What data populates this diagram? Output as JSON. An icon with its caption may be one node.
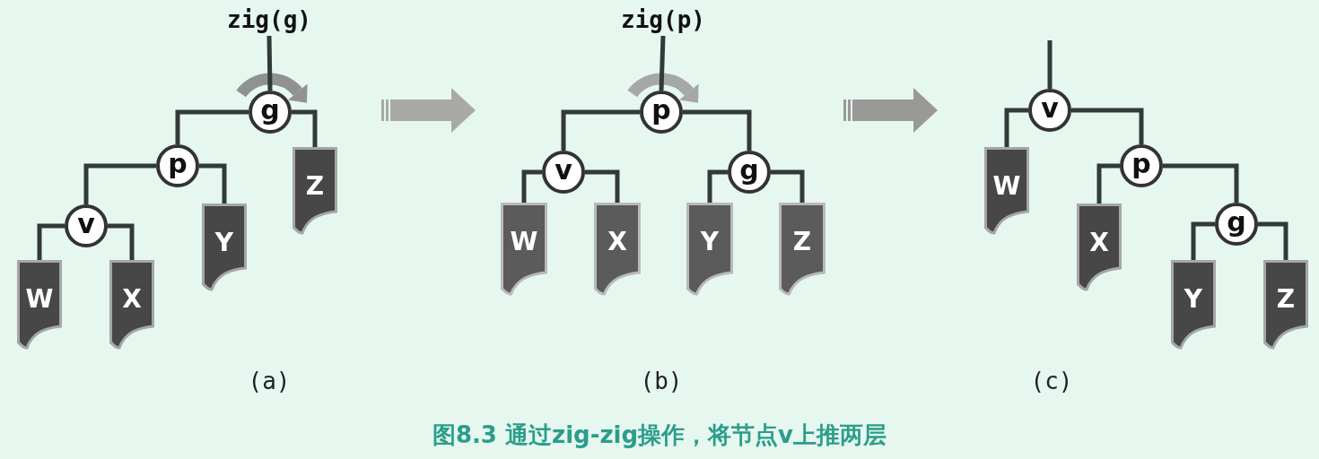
{
  "diagram": {
    "caption": "图8.3 通过zig-zig操作，将节点v上推两层",
    "nodes": [
      {
        "text": [
          "zig(g)"
        ]
      },
      {
        "text": [
          "g"
        ]
      },
      {
        "text": [
          "p"
        ]
      },
      {
        "text": [
          "Z"
        ]
      },
      {
        "text": [
          "v"
        ]
      },
      {
        "text": [
          "Y"
        ]
      },
      {
        "text": [
          "W"
        ]
      },
      {
        "text": [
          "X"
        ]
      },
      {
        "text": [
          "zig(p)"
        ]
      },
      {
        "text": [
          "p"
        ]
      },
      {
        "text": [
          "v"
        ]
      },
      {
        "text": [
          "g"
        ]
      },
      {
        "text": [
          "W"
        ]
      },
      {
        "text": [
          "X"
        ]
      },
      {
        "text": [
          "Y"
        ]
      },
      {
        "text": [
          "Z"
        ]
      },
      {
        "text": [
          "v"
        ]
      },
      {
        "text": [
          "W"
        ]
      },
      {
        "text": [
          "p"
        ]
      },
      {
        "text": [
          "X"
        ]
      },
      {
        "text": [
          "g"
        ]
      },
      {
        "text": [
          "Y"
        ]
      },
      {
        "text": [
          "Z"
        ]
      }
    ],
    "edges": [
      {
        "from": 0,
        "to": 1,
        "arrow": "none"
      },
      {
        "from": 1,
        "to": 2,
        "arrow": "none"
      },
      {
        "from": 1,
        "to": 3,
        "arrow": "none"
      },
      {
        "from": 2,
        "to": 4,
        "arrow": "none"
      },
      {
        "from": 2,
        "to": 5,
        "arrow": "none"
      },
      {
        "from": 4,
        "to": 6,
        "arrow": "none"
      },
      {
        "from": 4,
        "to": 7,
        "arrow": "none"
      },
      {
        "from": 8,
        "to": 9,
        "arrow": "none"
      },
      {
        "from": 9,
        "to": 10,
        "arrow": "none"
      },
      {
        "from": 9,
        "to": 11,
        "arrow": "none"
      },
      {
        "from": 10,
        "to": 12,
        "arrow": "none"
      },
      {
        "from": 10,
        "to": 13,
        "arrow": "none"
      },
      {
        "from": 11,
        "to": 14,
        "arrow": "none"
      },
      {
        "from": 11,
        "to": 15,
        "arrow": "none"
      },
      {
        "from": null,
        "to": 16,
        "arrow": "none"
      },
      {
        "from": 16,
        "to": 17,
        "arrow": "none"
      },
      {
        "from": 16,
        "to": 18,
        "arrow": "none"
      },
      {
        "from": 18,
        "to": 19,
        "arrow": "none"
      },
      {
        "from": 18,
        "to": 20,
        "arrow": "none"
      },
      {
        "from": 20,
        "to": 21,
        "arrow": "none"
      },
      {
        "from": 20,
        "to": 22,
        "arrow": "none"
      }
    ],
    "labels": [
      "(a)",
      "(b)",
      "(c)"
    ]
  }
}
